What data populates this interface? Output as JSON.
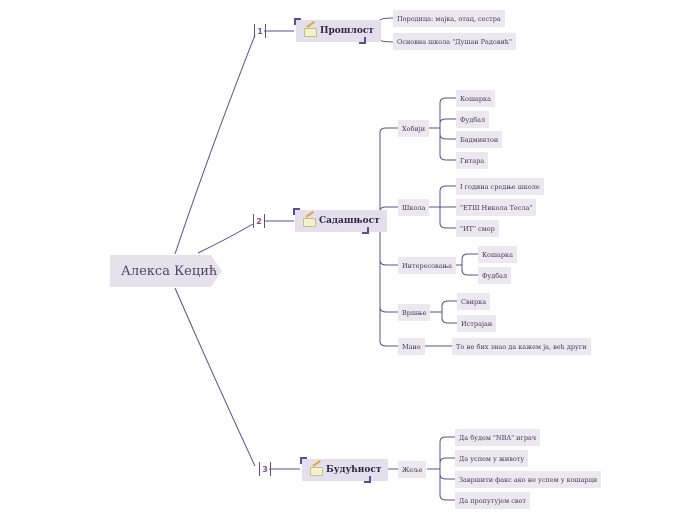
{
  "root": {
    "label": "Алекса Кецић"
  },
  "branches": [
    {
      "number": "1",
      "label": "Прошлост",
      "leaves": [
        "Породица: мајка, отац, сестра",
        "Основна школа \"Душан Радовић\""
      ]
    },
    {
      "number": "2",
      "label": "Садашњост",
      "groups": [
        {
          "label": "Хобији",
          "items": [
            "Кошарка",
            "Фудбал",
            "Бадминтон",
            "Гитара"
          ]
        },
        {
          "label": "Школа",
          "items": [
            "I година средње школе",
            "\"ЕТШ Никола Тесла\"",
            "\"ИТ\" смер"
          ]
        },
        {
          "label": "Интересовања",
          "items": [
            "Кошарка",
            "Фудбал"
          ]
        },
        {
          "label": "Вршње",
          "items": [
            "Свирка",
            "Истрајан"
          ]
        },
        {
          "label": "Мане",
          "items": [
            "То не бих знао да кажем ја, већ други"
          ]
        }
      ]
    },
    {
      "number": "3",
      "label": "Будућност",
      "groups": [
        {
          "label": "Жеље",
          "items": [
            "Да будем \"NBA\" играч",
            "Да успем у животу",
            "Завршити факс ако не успем у кошарци",
            "Да пропутујем свет"
          ]
        }
      ]
    }
  ],
  "colors": {
    "line": "#5b4f91",
    "node_fill": "#e3dfec",
    "leaf_fill": "#ebe8f0",
    "number": "#8a4a8a"
  },
  "icons": {
    "main_topic": "note-pencil-icon"
  }
}
